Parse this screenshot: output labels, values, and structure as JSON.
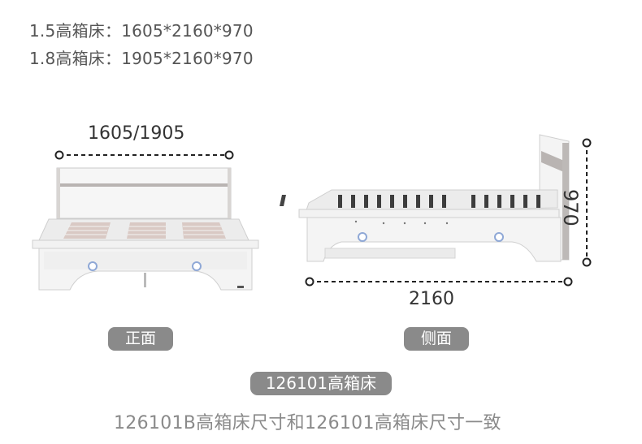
{
  "specs": {
    "line1": "1.5高箱床：1605*2160*970",
    "line2": "1.8高箱床：1905*2160*970"
  },
  "dimensions": {
    "front_width": "1605/1905",
    "side_length": "2160",
    "side_height": "970"
  },
  "labels": {
    "front": "正面",
    "side": "侧面",
    "model": "126101高箱床"
  },
  "note": "126101B高箱床尺寸和126101高箱床尺寸一致",
  "colors": {
    "pill_bg": "#8a8a8a",
    "note_text": "#8a8a8a",
    "bed_white": "#f4f4f4",
    "bed_gray": "#b9b4b2"
  }
}
